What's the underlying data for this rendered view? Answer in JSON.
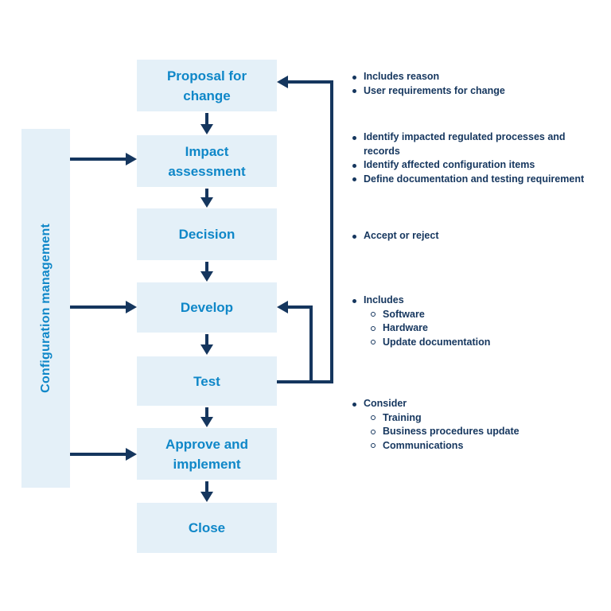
{
  "sidebar": {
    "label": "Configuration management"
  },
  "flow": {
    "boxes": [
      "Proposal for change",
      "Impact assessment",
      "Decision",
      "Develop",
      "Test",
      "Approve and implement",
      "Close"
    ]
  },
  "annotations": [
    {
      "bullets": [
        "Includes reason",
        "User requirements for change"
      ]
    },
    {
      "bullets": [
        "Identify impacted regulated processes and records",
        "Identify affected configuration items",
        "Define documentation and testing requirement"
      ]
    },
    {
      "bullets": [
        "Accept or reject"
      ]
    },
    {
      "bullets": [
        "Includes"
      ],
      "sub_bullets": [
        "Software",
        "Hardware",
        "Update documentation"
      ]
    },
    {
      "bullets": [
        "Consider"
      ],
      "sub_bullets": [
        "Training",
        "Business procedures update",
        "Communications"
      ]
    }
  ],
  "colors": {
    "box_fill": "#e4f0f8",
    "box_text": "#0f87c8",
    "arrow": "#15365e",
    "annotation_text": "#15365e",
    "background": "#ffffff"
  }
}
